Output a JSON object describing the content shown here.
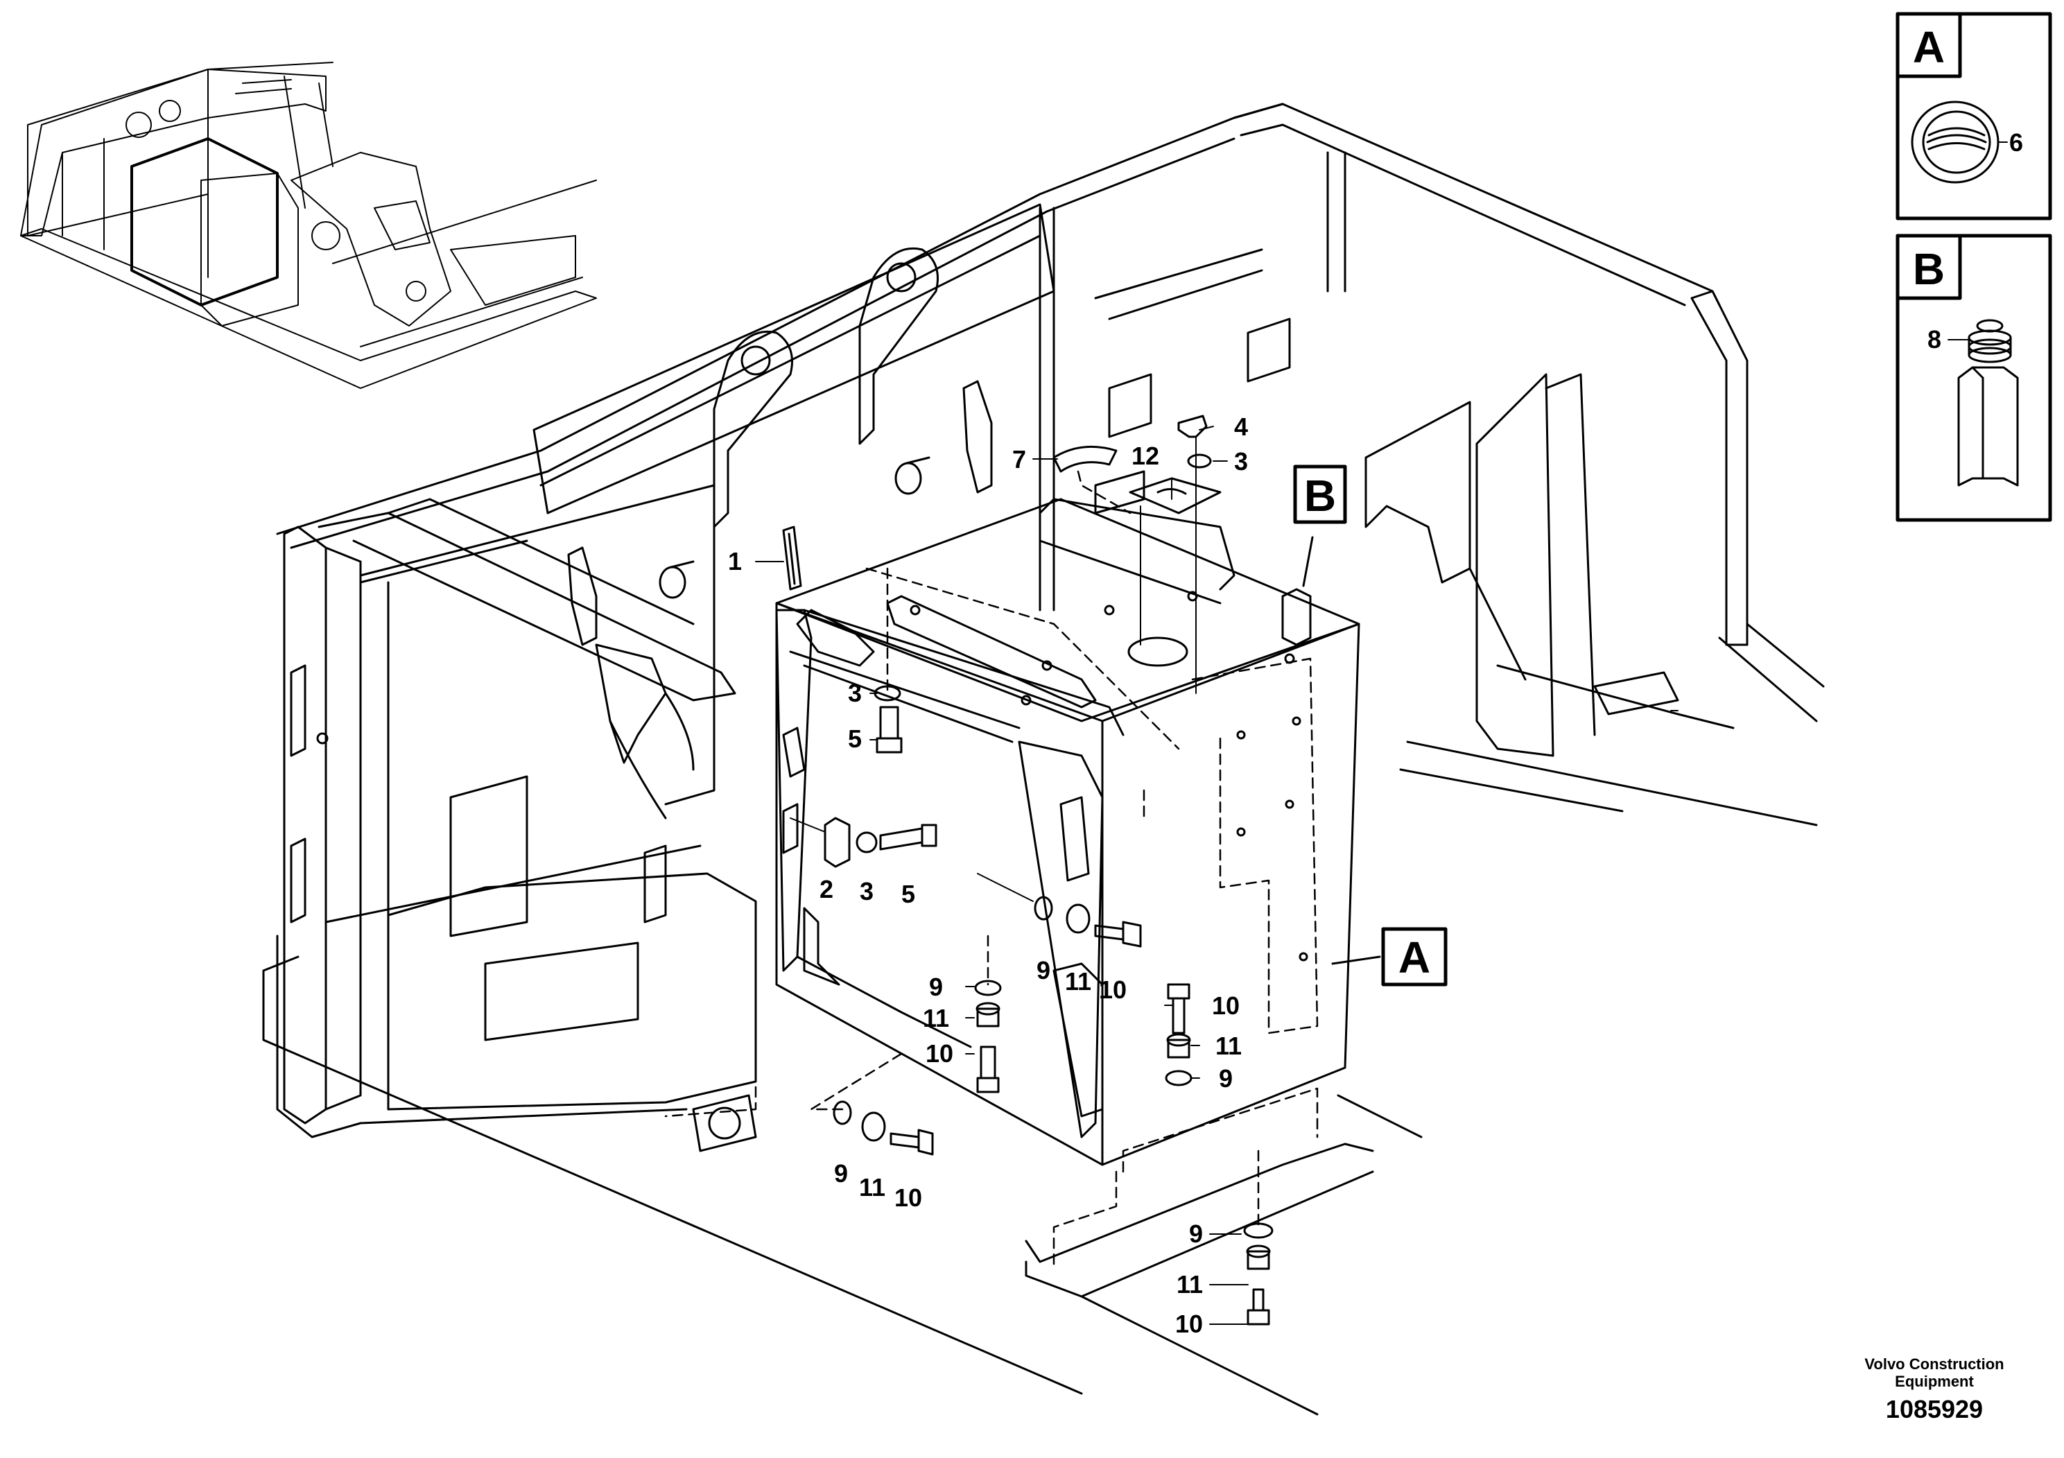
{
  "callouts": {
    "p1": "1",
    "p2": "2",
    "p3a": "3",
    "p3b": "3",
    "p3c": "3",
    "p4": "4",
    "p5a": "5",
    "p5b": "5",
    "p6": "6",
    "p7": "7",
    "p8": "8",
    "p9a": "9",
    "p9b": "9",
    "p9c": "9",
    "p9d": "9",
    "p9e": "9",
    "p10a": "10",
    "p10b": "10",
    "p10c": "10",
    "p10d": "10",
    "p10e": "10",
    "p11a": "11",
    "p11b": "11",
    "p11c": "11",
    "p11d": "11",
    "p11e": "11",
    "p12": "12"
  },
  "views": {
    "A": "A",
    "B": "B",
    "A_ref": "A",
    "B_ref": "B"
  },
  "footer": {
    "company_line1": "Volvo Construction",
    "company_line2": "Equipment",
    "drawing_number": "1085929"
  }
}
